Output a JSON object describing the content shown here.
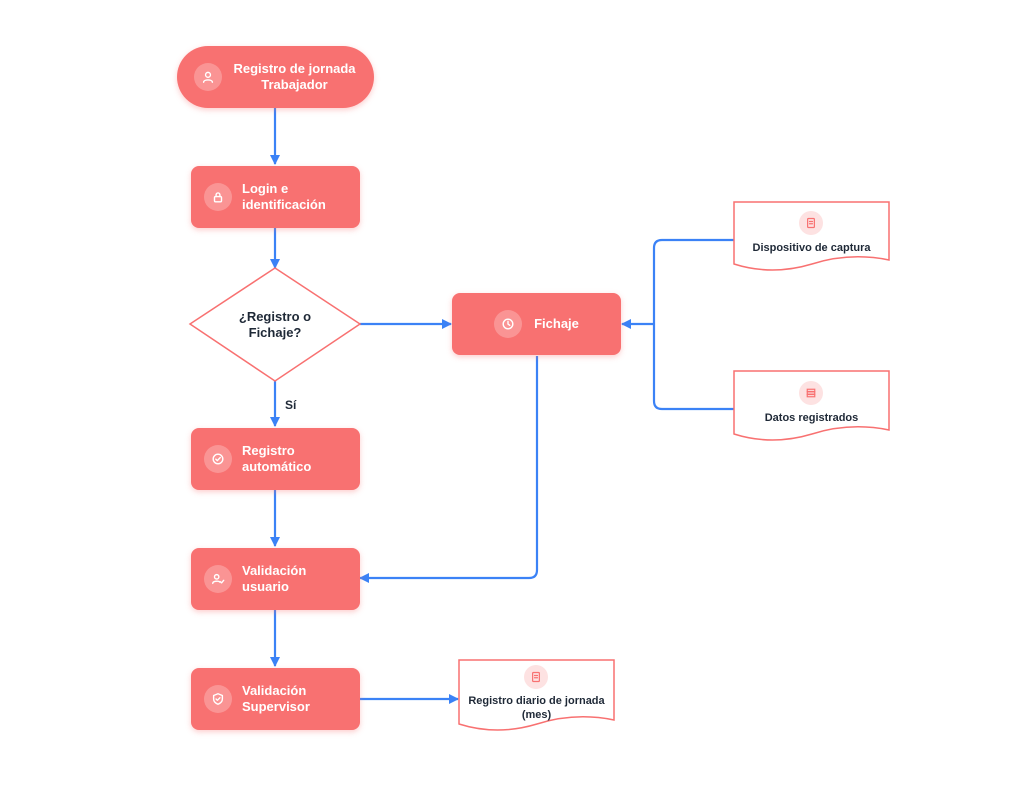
{
  "nodes": {
    "start": {
      "line1": "Registro de jornada",
      "line2": "Trabajador",
      "icon": "user-icon"
    },
    "login": {
      "line1": "Login e",
      "line2": "identificación",
      "icon": "lock-icon"
    },
    "decision": {
      "line1": "¿Registro o",
      "line2": "Fichaje?"
    },
    "fichaje": {
      "label": "Fichaje",
      "icon": "clock-icon"
    },
    "registro_auto": {
      "line1": "Registro",
      "line2": "automático",
      "icon": "check-circle-icon"
    },
    "validacion_usuario": {
      "line1": "Validación",
      "line2": "usuario",
      "icon": "user-check-icon"
    },
    "validacion_supervisor": {
      "line1": "Validación",
      "line2": "Supervisor",
      "icon": "shield-check-icon"
    }
  },
  "documents": {
    "dispositivo": {
      "label": "Dispositivo de captura",
      "icon": "document-icon"
    },
    "datos": {
      "label": "Datos registrados",
      "icon": "database-icon"
    },
    "registro_diario": {
      "line1": "Registro diario de jornada",
      "line2": "(mes)",
      "icon": "document-icon"
    }
  },
  "edges": {
    "si_label": "Sí"
  },
  "colors": {
    "node_fill": "#f87171",
    "connector": "#3b82f6",
    "doc_border": "#f87171",
    "text_dark": "#1f2937"
  }
}
